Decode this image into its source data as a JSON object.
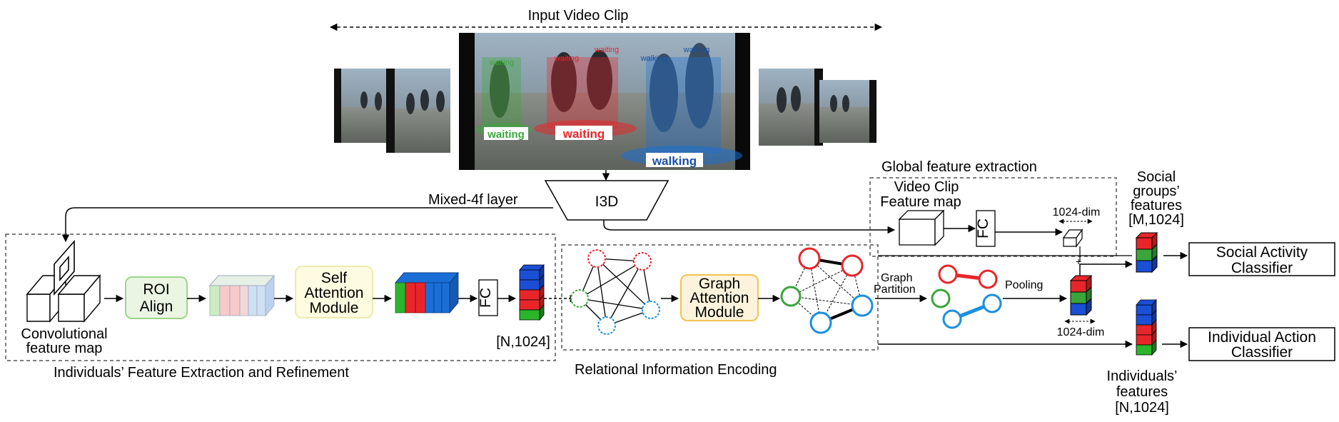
{
  "labels": {
    "input_video_clip": "Input Video Clip",
    "mixed_layer": "Mixed-4f layer",
    "i3d": "I3D",
    "global_feature_extraction": "Global feature extraction",
    "video_clip_feature_map_1": "Video Clip",
    "video_clip_feature_map_2": "Feature map",
    "fc": "FC",
    "dim_top": "1024-dim",
    "dim_bottom": "1024-dim",
    "social_groups_1": "Social",
    "social_groups_2": "groups’",
    "social_groups_3": "features",
    "social_groups_4": "[M,1024]",
    "social_activity_1": "Social Activity",
    "social_activity_2": "Classifier",
    "individual_action_1": "Individual Action",
    "individual_action_2": "Classifier",
    "individuals_features_1": "Individuals’",
    "individuals_features_2": "features",
    "individuals_features_3": "[N,1024]",
    "conv_map_1": "Convolutional",
    "conv_map_2": "feature map",
    "roi_1": "ROI",
    "roi_2": "Align",
    "self_att_1": "Self",
    "self_att_2": "Attention",
    "self_att_3": "Module",
    "n1024": "[N,1024]",
    "graph_att_1": "Graph",
    "graph_att_2": "Attention",
    "graph_att_3": "Module",
    "graph_partition_1": "Graph",
    "graph_partition_2": "Partition",
    "pooling": "Pooling",
    "section_individuals": "Individuals’ Feature Extraction and Refinement",
    "section_relational": "Relational Information Encoding"
  },
  "video_frame_labels": {
    "waiting_green": "waiting",
    "waiting_red": "waiting",
    "walking_blue": "walking",
    "top_waiting_1": "waiting",
    "top_waiting_2": "waiting",
    "top_waiting_3": "waiting",
    "top_walking_1": "walking",
    "top_walking_2": "walking"
  },
  "colors": {
    "red": "#e8262a",
    "green": "#3aa53a",
    "blue": "#1a6fd6",
    "roi_fill": "#eaf6e3",
    "roi_stroke": "#9dd58a",
    "self_fill": "#fdfbe0",
    "graph_fill": "#fdf3dc",
    "graph_stroke": "#f0c451"
  }
}
